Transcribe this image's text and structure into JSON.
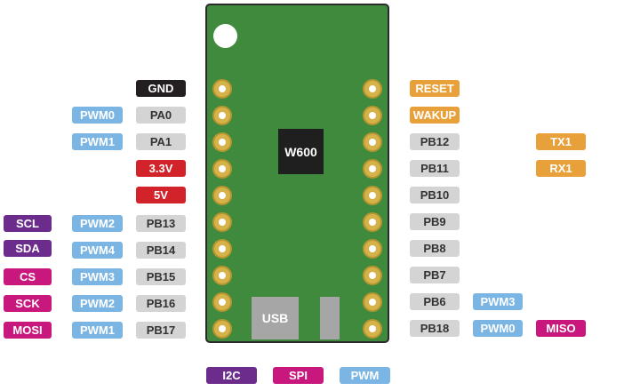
{
  "chip": "W600",
  "usb": "USB",
  "left_pins": [
    "GND",
    "PA0",
    "PA1",
    "3.3V",
    "5V",
    "PB13",
    "PB14",
    "PB15",
    "PB16",
    "PB17"
  ],
  "left_pwm": {
    "pa0": "PWM0",
    "pa1": "PWM1",
    "pb13": "PWM2",
    "pb14": "PWM4",
    "pb15": "PWM3",
    "pb16": "PWM2",
    "pb17": "PWM1"
  },
  "left_fn": {
    "pb13": "SCL",
    "pb14": "SDA",
    "pb15": "CS",
    "pb16": "SCK",
    "pb17": "MOSI"
  },
  "right_pins": [
    "RESET",
    "WAKUP",
    "PB12",
    "PB11",
    "PB10",
    "PB9",
    "PB8",
    "PB7",
    "PB6",
    "PB18"
  ],
  "right_extra": {
    "pb12": "TX1",
    "pb11": "RX1",
    "pb6": "PWM3",
    "pb18_pwm": "PWM0",
    "pb18_fn": "MISO"
  },
  "legend": [
    "I2C",
    "SPI",
    "PWM"
  ],
  "colors": {
    "board": "#3f8a3c",
    "pad": "#d6b34a",
    "gnd": "#231f20",
    "gpio": "#d4d4d4",
    "power": "#d2232a",
    "control": "#e8a03a",
    "pwm": "#7ab5e3",
    "i2c": "#6b2c8c",
    "spi": "#c8187e"
  }
}
